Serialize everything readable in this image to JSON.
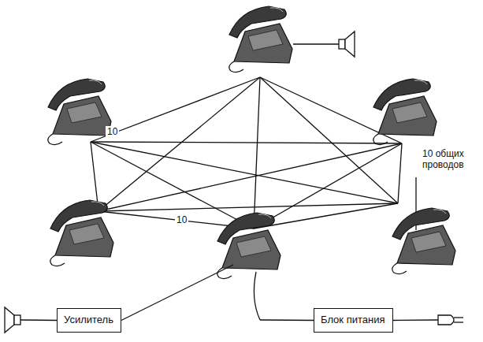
{
  "diagram": {
    "nodes": [
      {
        "text": [
          "Усилитель"
        ]
      },
      {
        "text": [
          "Блок питания"
        ]
      }
    ],
    "labels": [
      "10",
      "10",
      "10 общих проводов"
    ]
  }
}
